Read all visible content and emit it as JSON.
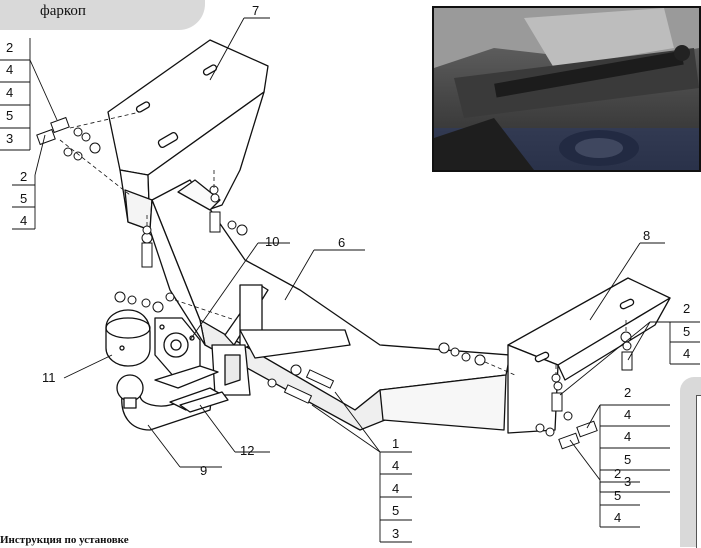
{
  "title_tab": "фаркоп",
  "footer_text": "Инструкция по установке",
  "callouts": [
    "1",
    "2",
    "3",
    "4",
    "5",
    "6",
    "7",
    "8",
    "9",
    "10",
    "11",
    "12"
  ],
  "stack_top_left": [
    "2",
    "4",
    "4",
    "5",
    "3"
  ],
  "stack_mid_left": [
    "2",
    "5",
    "4"
  ],
  "stack_right_upper": [
    "2",
    "5",
    "4"
  ],
  "stack_right_lower": [
    "2",
    "4",
    "4",
    "5",
    "3"
  ],
  "stack_right_bottom": [
    "2",
    "5",
    "4"
  ],
  "stack_bottom_center": [
    "1",
    "4",
    "4",
    "5",
    "3"
  ],
  "photo": {
    "description_icon": "vehicle-underside-photo-icon"
  }
}
